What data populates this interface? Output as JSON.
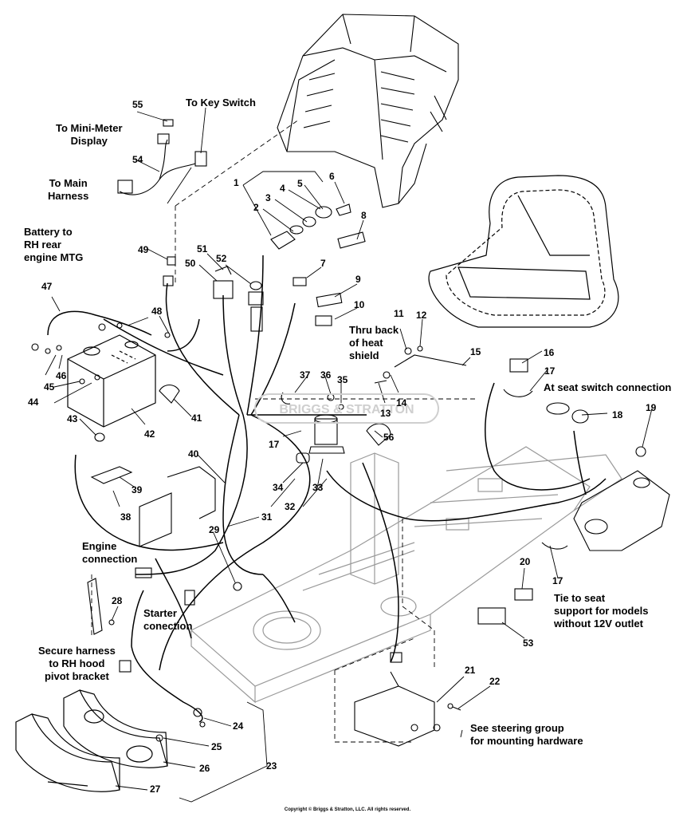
{
  "colors": {
    "ink": "#000000",
    "frame_gray": "#9a9a9a",
    "watermark": "#cfcfcf",
    "background": "#ffffff"
  },
  "parts": [
    {
      "n": "1"
    },
    {
      "n": "2"
    },
    {
      "n": "3"
    },
    {
      "n": "4"
    },
    {
      "n": "5"
    },
    {
      "n": "6"
    },
    {
      "n": "7"
    },
    {
      "n": "8"
    },
    {
      "n": "9"
    },
    {
      "n": "10"
    },
    {
      "n": "11"
    },
    {
      "n": "12"
    },
    {
      "n": "13"
    },
    {
      "n": "14"
    },
    {
      "n": "15"
    },
    {
      "n": "16"
    },
    {
      "n": "17"
    },
    {
      "n": "17"
    },
    {
      "n": "17"
    },
    {
      "n": "18"
    },
    {
      "n": "19"
    },
    {
      "n": "20"
    },
    {
      "n": "21"
    },
    {
      "n": "22"
    },
    {
      "n": "23"
    },
    {
      "n": "24"
    },
    {
      "n": "25"
    },
    {
      "n": "26"
    },
    {
      "n": "27"
    },
    {
      "n": "28"
    },
    {
      "n": "29"
    },
    {
      "n": "31"
    },
    {
      "n": "32"
    },
    {
      "n": "33"
    },
    {
      "n": "34"
    },
    {
      "n": "35"
    },
    {
      "n": "36"
    },
    {
      "n": "37"
    },
    {
      "n": "38"
    },
    {
      "n": "39"
    },
    {
      "n": "40"
    },
    {
      "n": "41"
    },
    {
      "n": "42"
    },
    {
      "n": "43"
    },
    {
      "n": "44"
    },
    {
      "n": "45"
    },
    {
      "n": "46"
    },
    {
      "n": "47"
    },
    {
      "n": "48"
    },
    {
      "n": "49"
    },
    {
      "n": "50"
    },
    {
      "n": "51"
    },
    {
      "n": "52"
    },
    {
      "n": "53"
    },
    {
      "n": "54"
    },
    {
      "n": "55"
    },
    {
      "n": "56"
    }
  ],
  "notes": {
    "to_key_switch": "To Key Switch",
    "to_mini_meter": "To Mini-Meter\nDisplay",
    "to_main_harness": "To Main\nHarness",
    "battery_to_rh": "Battery to\nRH rear\nengine MTG",
    "thru_back": "Thru back\nof heat\nshield",
    "seat_switch": "At seat switch connection",
    "engine_connection": "Engine\nconnection",
    "starter_connection": "Starter\nconection",
    "secure_harness": "Secure harness\nto RH hood\npivot bracket",
    "tie_to_seat": "Tie to seat\nsupport for models\nwithout 12V outlet",
    "steering_group": "See steering group\nfor mounting hardware"
  },
  "watermark": "BRIGGS & STRATTON",
  "copyright": "Copyright © Briggs & Stratton, LLC. All rights reserved."
}
